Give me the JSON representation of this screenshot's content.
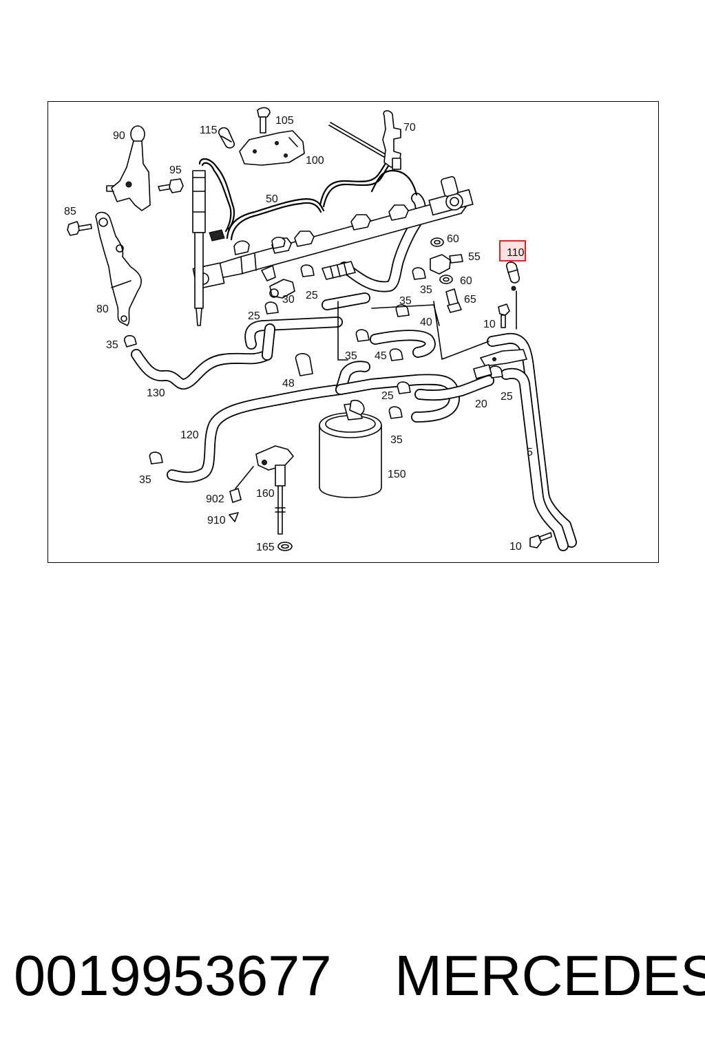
{
  "diagram": {
    "highlighted_callout": "110",
    "callouts": {
      "c90": "90",
      "c95": "95",
      "c85": "85",
      "c80": "80",
      "c115": "115",
      "c105": "105",
      "c100": "100",
      "c70": "70",
      "c50": "50",
      "c60a": "60",
      "c55": "55",
      "c60b": "60",
      "c65": "65",
      "c110": "110",
      "c30": "30",
      "c25a": "25",
      "c35a": "35",
      "c35b": "35",
      "c25b": "25",
      "c40": "40",
      "c10a": "10",
      "c35c": "35",
      "c35d": "35",
      "c45": "45",
      "c48": "48",
      "c130": "130",
      "c25c": "25",
      "c20": "20",
      "c25d": "25",
      "c120": "120",
      "c35e": "35",
      "c150": "150",
      "c35f": "35",
      "c5": "5",
      "c902": "902",
      "c160": "160",
      "c910": "910",
      "c165": "165",
      "c10b": "10"
    }
  },
  "caption": {
    "part_number": "0019953677",
    "brand": "MERCEDES"
  }
}
